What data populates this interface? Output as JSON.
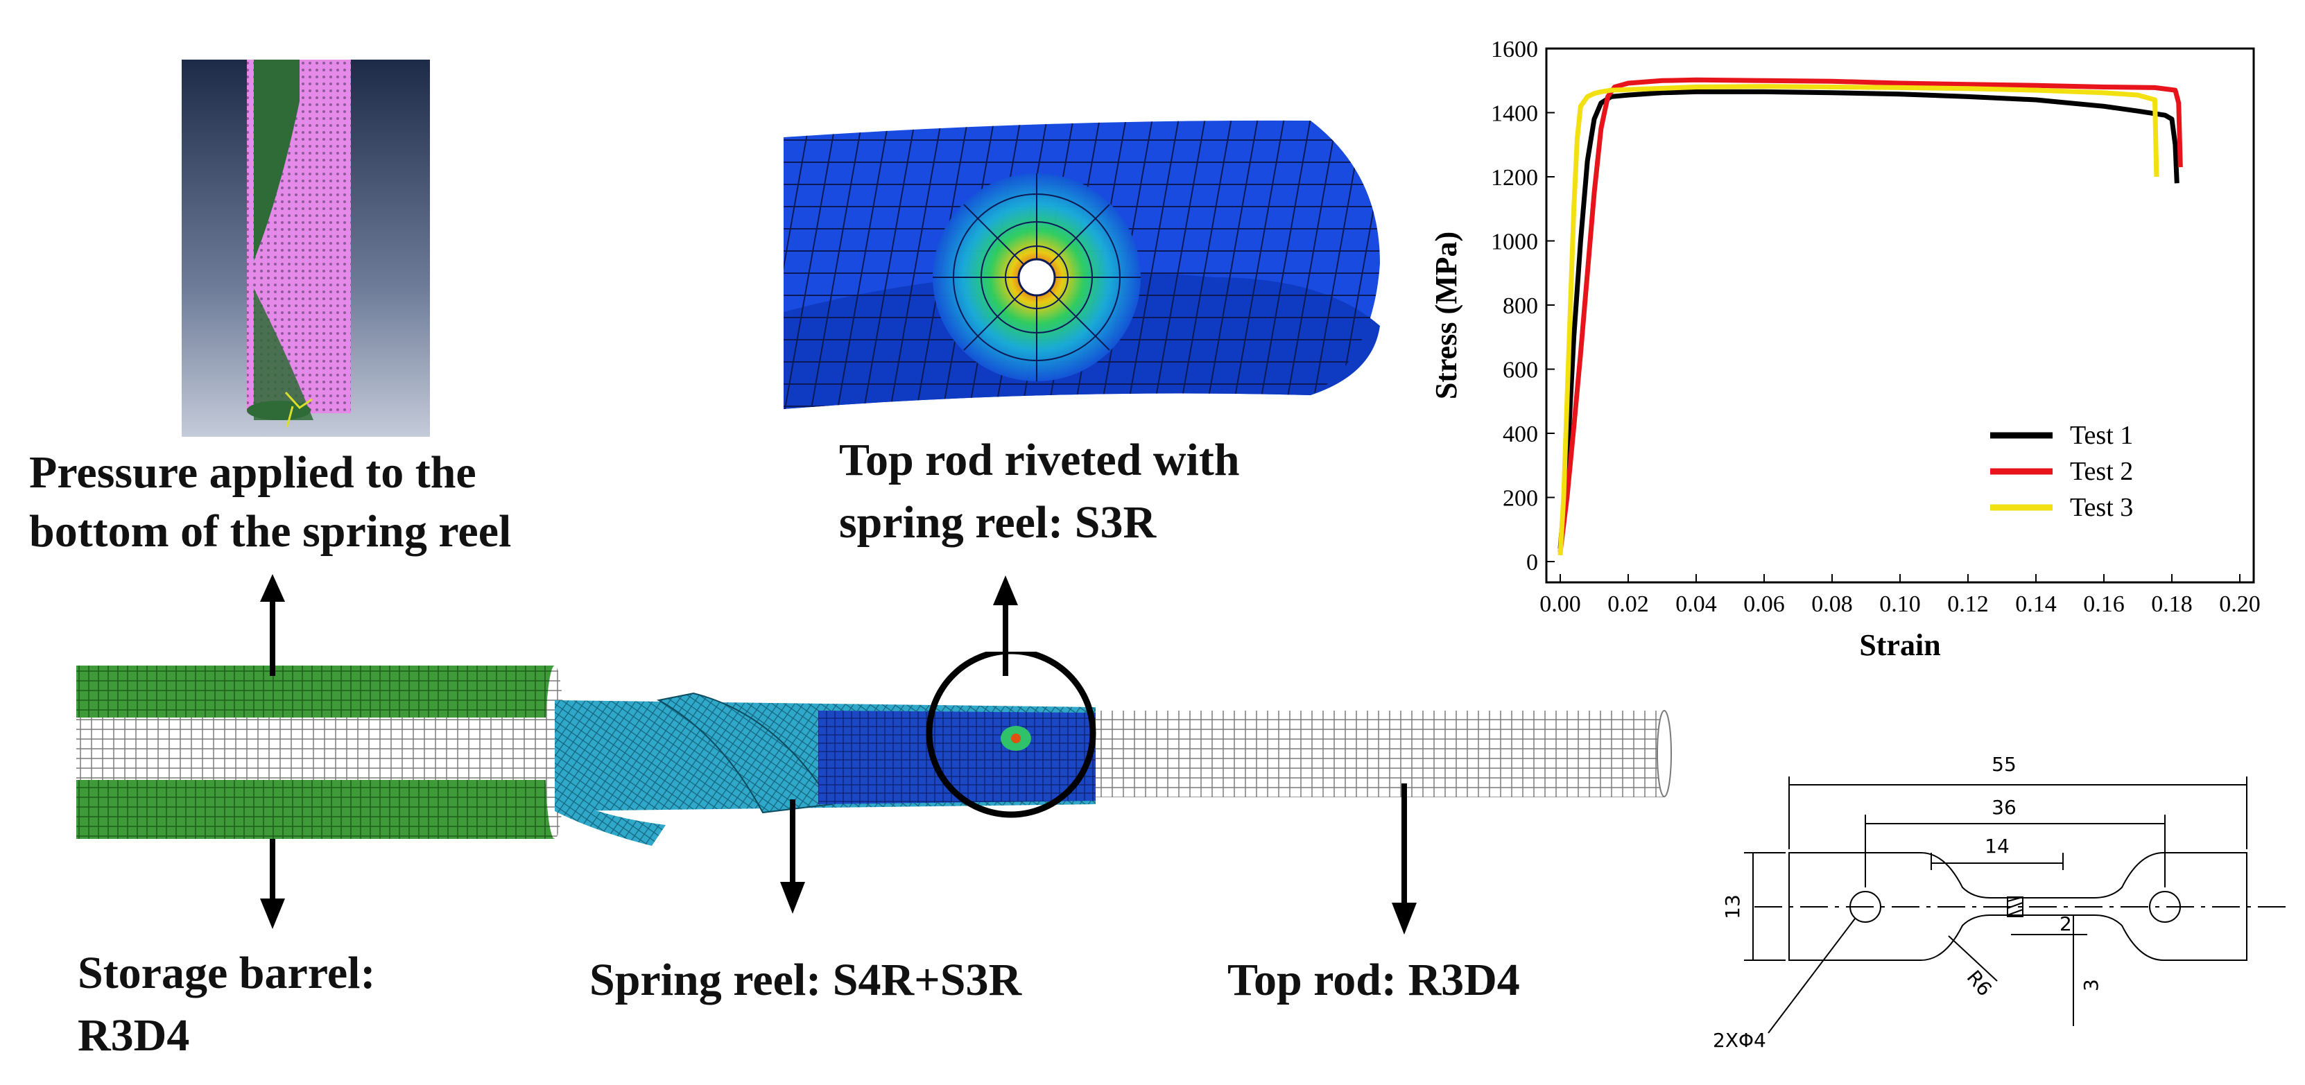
{
  "labels": {
    "pressure_line1": "Pressure applied to the",
    "pressure_line2": "bottom of the spring reel",
    "rivet_line1": "Top rod riveted with",
    "rivet_line2": "spring reel: S3R",
    "storage_line1": "Storage barrel:",
    "storage_line2": "R3D4",
    "spring_reel": "Spring reel:   S4R+S3R",
    "top_rod": "Top rod:   R3D4"
  },
  "specimen_drawing": {
    "dim_total": "55",
    "dim_hole_spacing": "36",
    "dim_gauge": "14",
    "dim_height": "13",
    "dim_gauge_width": "2",
    "dim_radius": "R6",
    "dim_thickness": "3",
    "dim_holes": "2XΦ4"
  },
  "chart_data": {
    "type": "line",
    "xlabel": "Strain",
    "ylabel": "Stress (MPa)",
    "xlim": [
      0,
      0.2
    ],
    "ylim": [
      0,
      1600
    ],
    "x_ticks": [
      "0.00",
      "0.02",
      "0.04",
      "0.06",
      "0.08",
      "0.10",
      "0.12",
      "0.14",
      "0.16",
      "0.18",
      "0.20"
    ],
    "y_ticks": [
      "0",
      "200",
      "400",
      "600",
      "800",
      "1000",
      "1200",
      "1400",
      "1600"
    ],
    "grid": false,
    "legend_position": "bottom-right",
    "series": [
      {
        "name": "Test 1",
        "color": "#000000",
        "x": [
          0,
          0.002,
          0.004,
          0.006,
          0.008,
          0.01,
          0.012,
          0.015,
          0.02,
          0.03,
          0.04,
          0.06,
          0.08,
          0.1,
          0.12,
          0.14,
          0.16,
          0.17,
          0.178,
          0.18,
          0.181,
          0.1815
        ],
        "y": [
          40,
          300,
          700,
          1000,
          1250,
          1380,
          1430,
          1450,
          1455,
          1462,
          1465,
          1465,
          1462,
          1458,
          1450,
          1440,
          1420,
          1405,
          1392,
          1380,
          1300,
          1180
        ]
      },
      {
        "name": "Test 2",
        "color": "#e8141c",
        "x": [
          0,
          0.002,
          0.004,
          0.006,
          0.008,
          0.01,
          0.012,
          0.014,
          0.016,
          0.02,
          0.03,
          0.04,
          0.06,
          0.08,
          0.1,
          0.12,
          0.14,
          0.16,
          0.175,
          0.181,
          0.182,
          0.1825
        ],
        "y": [
          30,
          200,
          420,
          650,
          900,
          1150,
          1350,
          1450,
          1480,
          1492,
          1500,
          1502,
          1500,
          1498,
          1492,
          1488,
          1485,
          1480,
          1478,
          1470,
          1430,
          1230
        ]
      },
      {
        "name": "Test 3",
        "color": "#f2e010",
        "x": [
          0,
          0.001,
          0.002,
          0.003,
          0.004,
          0.005,
          0.006,
          0.008,
          0.01,
          0.012,
          0.015,
          0.02,
          0.04,
          0.06,
          0.08,
          0.1,
          0.12,
          0.14,
          0.16,
          0.17,
          0.175,
          0.1755
        ],
        "y": [
          20,
          200,
          500,
          800,
          1100,
          1320,
          1420,
          1450,
          1460,
          1465,
          1470,
          1472,
          1480,
          1482,
          1480,
          1478,
          1475,
          1470,
          1462,
          1455,
          1440,
          1200
        ]
      }
    ]
  }
}
